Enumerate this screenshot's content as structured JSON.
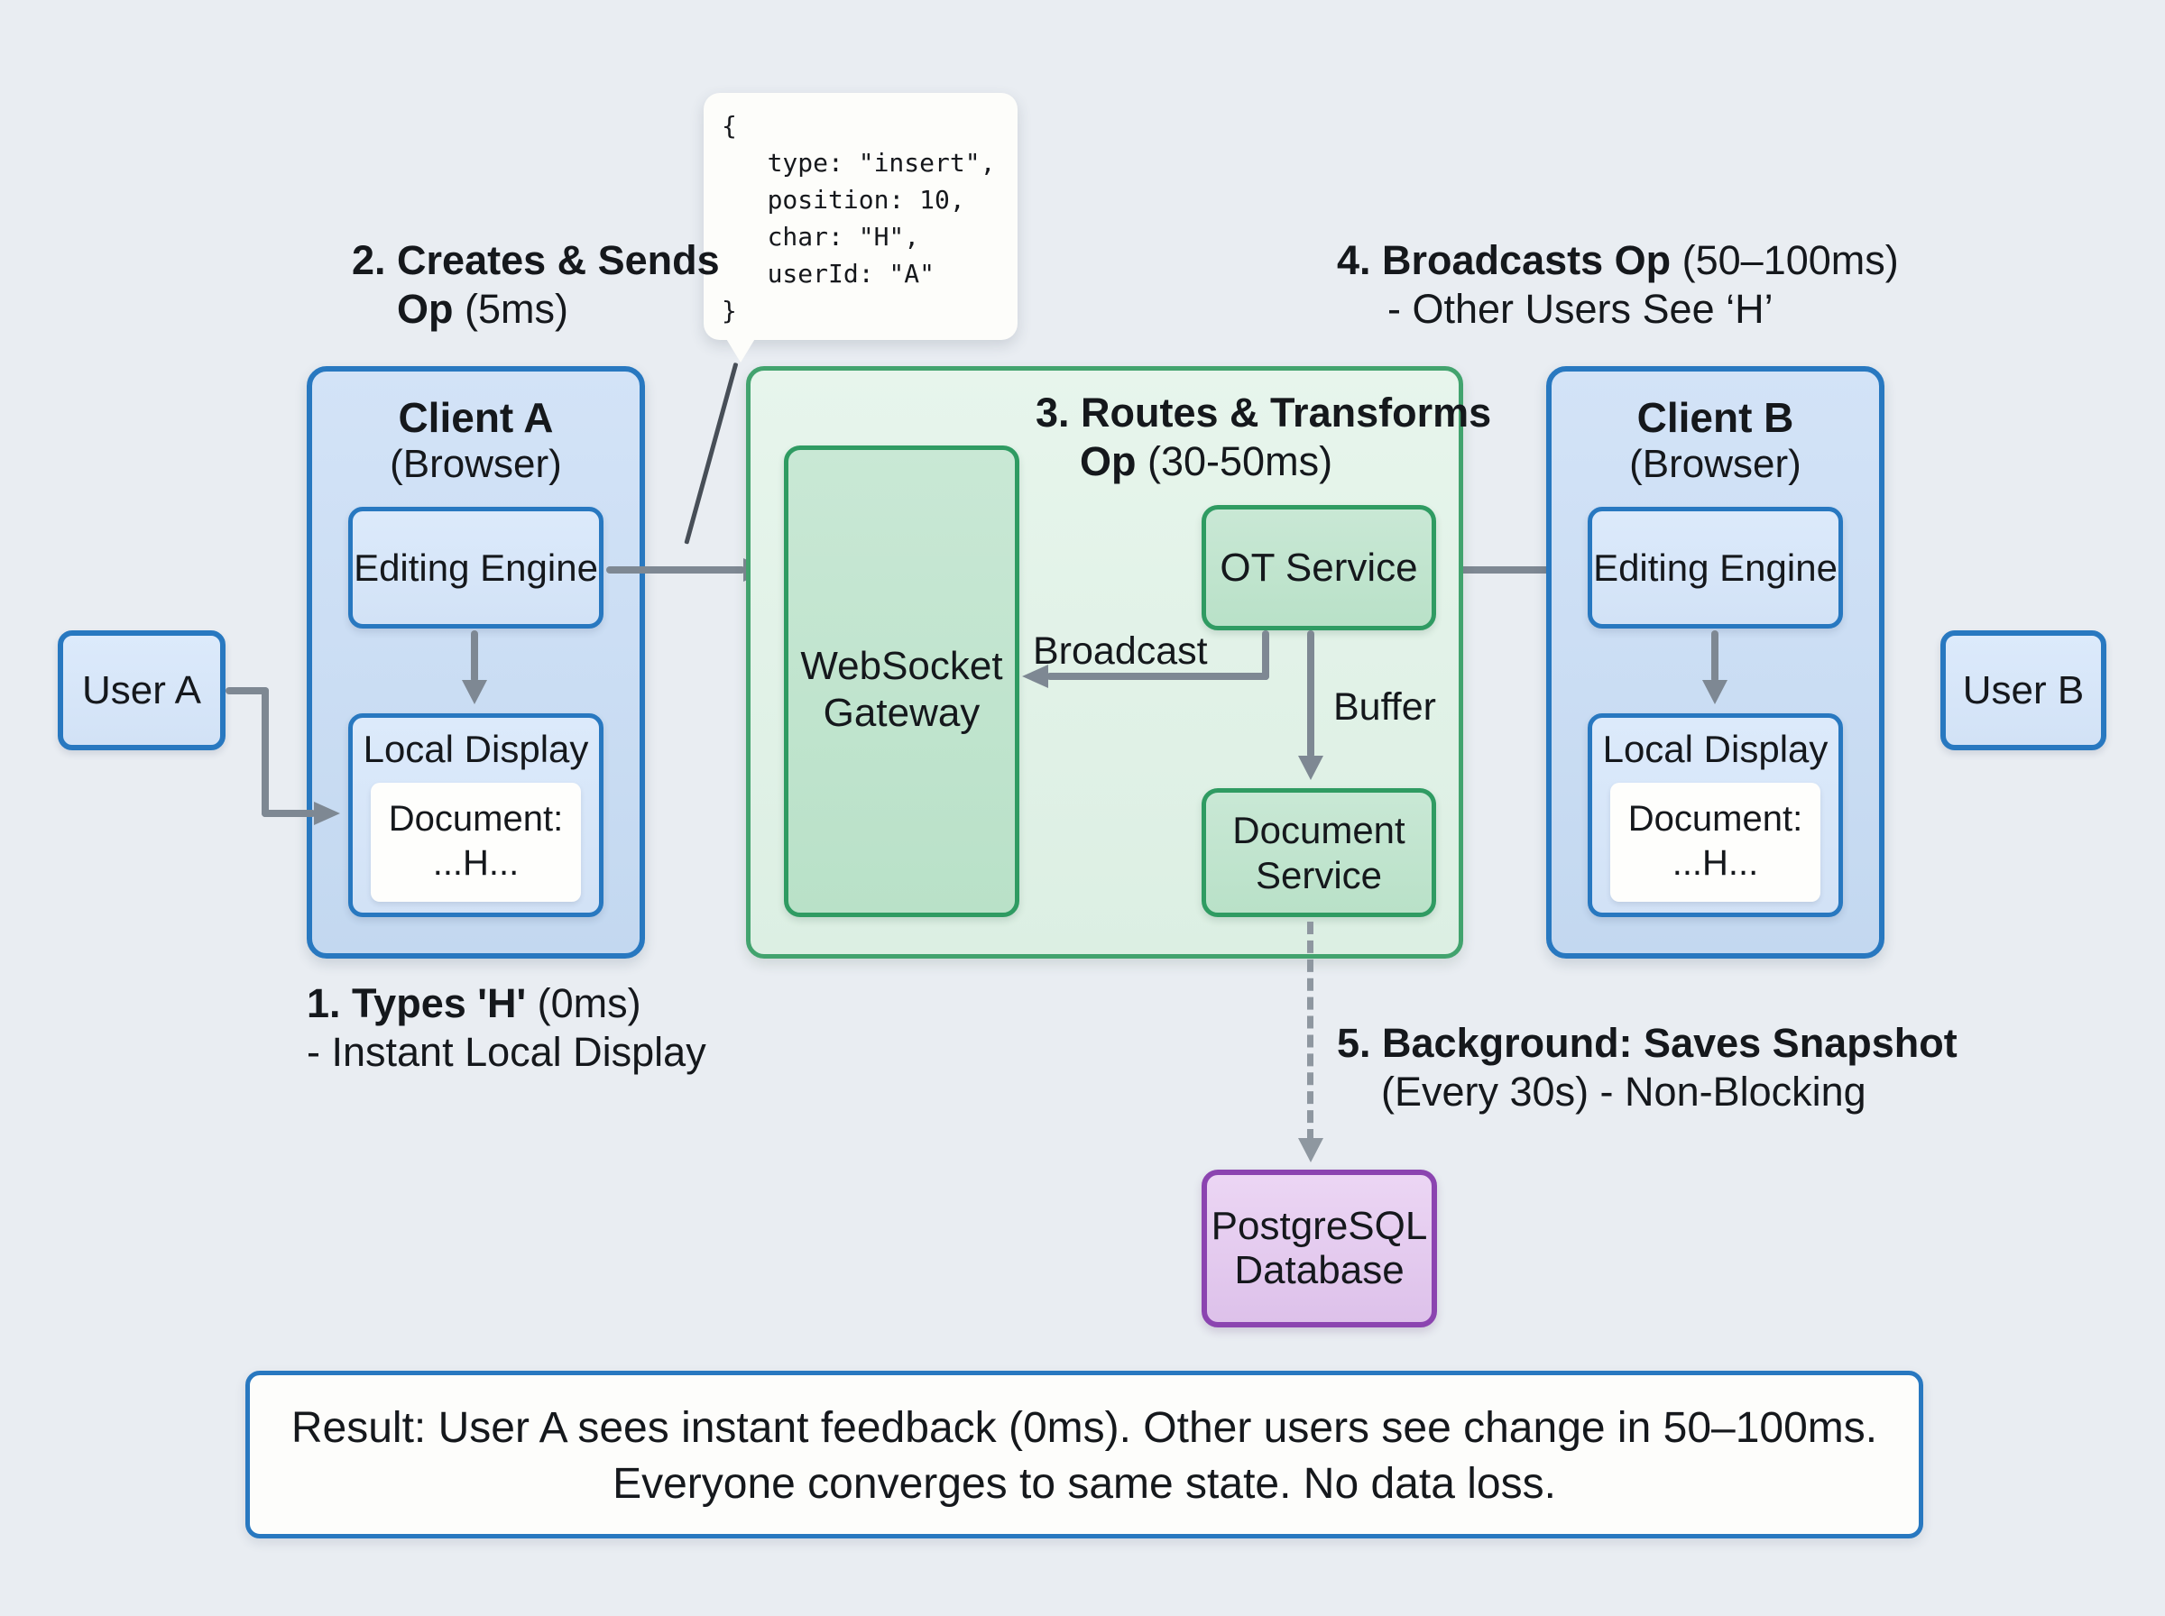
{
  "colors": {
    "background": "#e9edf2",
    "accent_blue": "#2878c0",
    "accent_green": "#2f9b62",
    "accent_purple": "#8b44b0",
    "arrow_gray": "#7e8893"
  },
  "callout": {
    "code": "{\n   type: \"insert\",\n   position: 10,\n   char: \"H\",\n   userId: \"A\"\n}"
  },
  "labels": {
    "step1": {
      "strong": "1. Types 'H'",
      "rest": " (0ms)",
      "line2": "- Instant Local Display"
    },
    "step2": {
      "strong": "2. Creates & Sends",
      "line2_strong": "Op",
      "line2_rest": " (5ms)"
    },
    "step3": {
      "strong": "3. Routes & Transforms",
      "line2_strong": "Op",
      "line2_rest": " (30-50ms)"
    },
    "step4": {
      "strong": "4. Broadcasts Op",
      "rest": " (50–100ms)",
      "line2": "- Other Users See ‘H’"
    },
    "step5": {
      "strong": "5. Background: Saves Snapshot",
      "line2": "(Every 30s) - Non-Blocking"
    }
  },
  "client_a": {
    "title": "Client A",
    "subtitle": "(Browser)",
    "editing_engine": "Editing Engine",
    "local_display": "Local Display",
    "document_line1": "Document:",
    "document_line2": "...H..."
  },
  "client_b": {
    "title": "Client B",
    "subtitle": "(Browser)",
    "editing_engine": "Editing Engine",
    "local_display": "Local Display",
    "document_line1": "Document:",
    "document_line2": "...H..."
  },
  "users": {
    "user_a": "User A",
    "user_b": "User B"
  },
  "middle": {
    "gateway": "WebSocket Gateway",
    "ot_service": "OT Service",
    "document_service": "Document Service",
    "broadcast_label": "Broadcast",
    "buffer_label": "Buffer"
  },
  "database": {
    "line1": "PostgreSQL",
    "line2": "Database"
  },
  "result": {
    "line1": "Result: User A sees instant feedback (0ms). Other users see change in 50–100ms.",
    "line2": "Everyone converges to same state. No data loss."
  }
}
